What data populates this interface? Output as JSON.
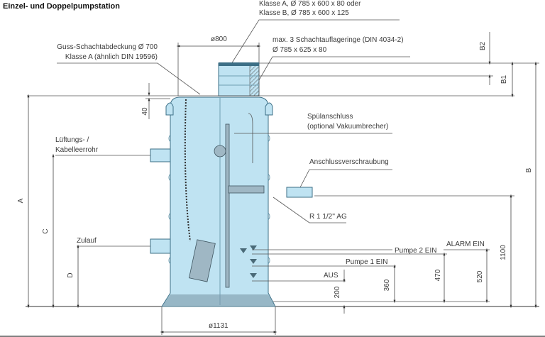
{
  "title": "Einzel- und Doppelpumpstation",
  "labels": {
    "klasse_a": "Klasse A, Ø 785 x 600 x 80 oder",
    "klasse_b": "Klasse B, Ø 785 x 600 x 125",
    "diameter_top": "ø800",
    "rings_1": "max. 3 Schachtauflageringe (DIN 4034-2)",
    "rings_2": "Ø 785 x 625 x 80",
    "cover_1": "Guss-Schachtabdeckung Ø 700",
    "cover_2": "Klasse A (ähnlich DIN 19596)",
    "flush_1": "Spülanschluss",
    "flush_2": "(optional Vakuumbrecher)",
    "vent_1": "Lüftungs- /",
    "vent_2": "Kabelleerrohr",
    "connector": "Anschlussverschraubung",
    "thread": "R 1 1/2'' AG",
    "inlet": "Zulauf",
    "pump2": "Pumpe 2 EIN",
    "alarm": "ALARM EIN",
    "pump1": "Pumpe 1 EIN",
    "off": "AUS",
    "diameter_base": "ø1131"
  },
  "dimensions": {
    "A": "A",
    "B": "B",
    "B1": "B1",
    "B2": "B2",
    "C": "C",
    "D": "D",
    "d40": "40",
    "d200": "200",
    "d360": "360",
    "d470": "470",
    "d520": "520",
    "d1100": "1100"
  },
  "colors": {
    "tank": "#bfe3f2",
    "outline": "#3c6f86"
  }
}
